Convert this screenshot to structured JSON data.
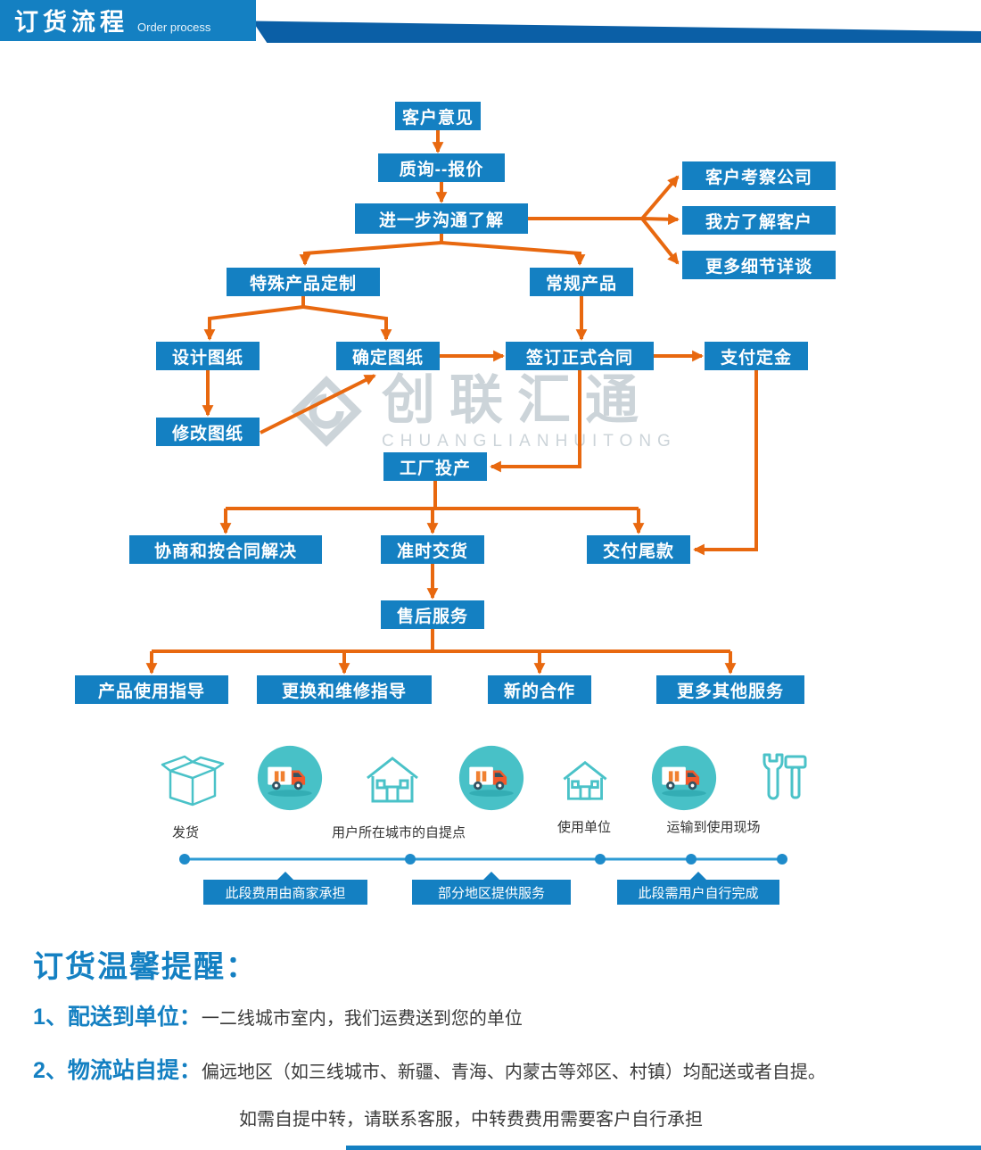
{
  "header": {
    "title": "订货流程",
    "subtitle": "Order process"
  },
  "watermark": {
    "text": "创联汇通",
    "subtext": "CHUANGLIANHUITONG"
  },
  "colors": {
    "primary_blue": "#1480c2",
    "dark_blue": "#0b5fa6",
    "arrow_orange": "#e8680f",
    "teal": "#4ac2c8",
    "truck_orange": "#f2582a"
  },
  "flow": {
    "nodes": [
      {
        "id": "customer-feedback",
        "label": "客户意见"
      },
      {
        "id": "inquiry-quote",
        "label": "质询--报价"
      },
      {
        "id": "further-communication",
        "label": "进一步沟通了解"
      },
      {
        "id": "client-inspect-company",
        "label": "客户考察公司"
      },
      {
        "id": "we-know-client",
        "label": "我方了解客户"
      },
      {
        "id": "more-details-talk",
        "label": "更多细节详谈"
      },
      {
        "id": "custom-product",
        "label": "特殊产品定制"
      },
      {
        "id": "regular-product",
        "label": "常规产品"
      },
      {
        "id": "design-drawing",
        "label": "设计图纸"
      },
      {
        "id": "confirm-drawing",
        "label": "确定图纸"
      },
      {
        "id": "sign-contract",
        "label": "签订正式合同"
      },
      {
        "id": "pay-deposit",
        "label": "支付定金"
      },
      {
        "id": "revise-drawing",
        "label": "修改图纸"
      },
      {
        "id": "factory-production",
        "label": "工厂投产"
      },
      {
        "id": "negotiate-resolve",
        "label": "协商和按合同解决"
      },
      {
        "id": "on-time-delivery",
        "label": "准时交货"
      },
      {
        "id": "final-payment",
        "label": "交付尾款"
      },
      {
        "id": "after-sales",
        "label": "售后服务"
      },
      {
        "id": "usage-guidance",
        "label": "产品使用指导"
      },
      {
        "id": "replacement-repair-guidance",
        "label": "更换和维修指导"
      },
      {
        "id": "new-cooperation",
        "label": "新的合作"
      },
      {
        "id": "more-services",
        "label": "更多其他服务"
      }
    ]
  },
  "logistics": {
    "icons": [
      "package-icon",
      "delivery-truck-icon",
      "pickup-house-icon",
      "delivery-truck-icon",
      "pickup-house-icon",
      "delivery-truck-icon",
      "tools-icon"
    ],
    "labels": [
      "发货",
      "用户所在城市的自提点",
      "使用单位",
      "运输到使用现场"
    ],
    "ribbons": [
      "此段费用由商家承担",
      "部分地区提供服务",
      "此段需用户自行完成"
    ]
  },
  "notice": {
    "title": "订货温馨提醒：",
    "items": [
      {
        "head": "1、配送到单位：",
        "body": "一二线城市室内，我们运费送到您的单位"
      },
      {
        "head": "2、物流站自提：",
        "body": "偏远地区（如三线城市、新疆、青海、内蒙古等郊区、村镇）均配送或者自提。"
      }
    ],
    "extra": "如需自提中转，请联系客服，中转费费用需要客户自行承担"
  }
}
